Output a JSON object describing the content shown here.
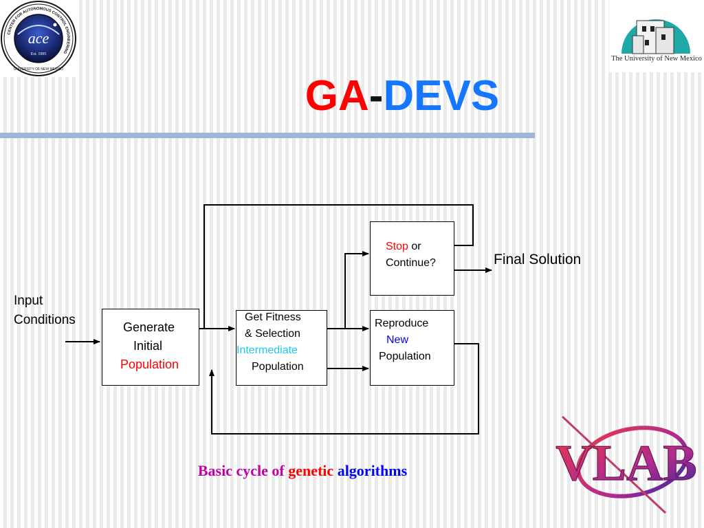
{
  "logos": {
    "ace": {
      "text": "ace",
      "ring_text": "CENTER FOR AUTONOMOUS CONTROL ENGINEERING",
      "bottom_text": "UNIVERSITY OF NEW MEXICO",
      "est": "Est. 1995"
    },
    "unm": {
      "text": "The University of New Mexico"
    },
    "vlab": {
      "text": "VLAB"
    }
  },
  "title": {
    "part1": "GA",
    "separator": "-",
    "part2": "DEVS"
  },
  "diagram": {
    "input_label": {
      "line1": "Input",
      "line2": "Conditions"
    },
    "generate_box": {
      "line1": "Generate",
      "line2": "Initial",
      "line3": "Population"
    },
    "fitness_box": {
      "line1": "Get Fitness",
      "line2": "& Selection",
      "line3": "Intermediate",
      "line4": "Population"
    },
    "stop_box": {
      "stop": "Stop",
      "or": " or",
      "line2": "Continue?"
    },
    "reproduce_box": {
      "line1": "Reproduce",
      "line2": "New",
      "line3": "Population"
    },
    "final_solution": "Final Solution"
  },
  "caption": {
    "part1": "Basic cycle of ",
    "part2": "genetic",
    "part3": " algorithms"
  },
  "colors": {
    "red": "#ff0000",
    "blue": "#1577ff",
    "cyan": "#19c8f0",
    "magenta": "#c000a8",
    "rule": "#9fb7d6"
  }
}
